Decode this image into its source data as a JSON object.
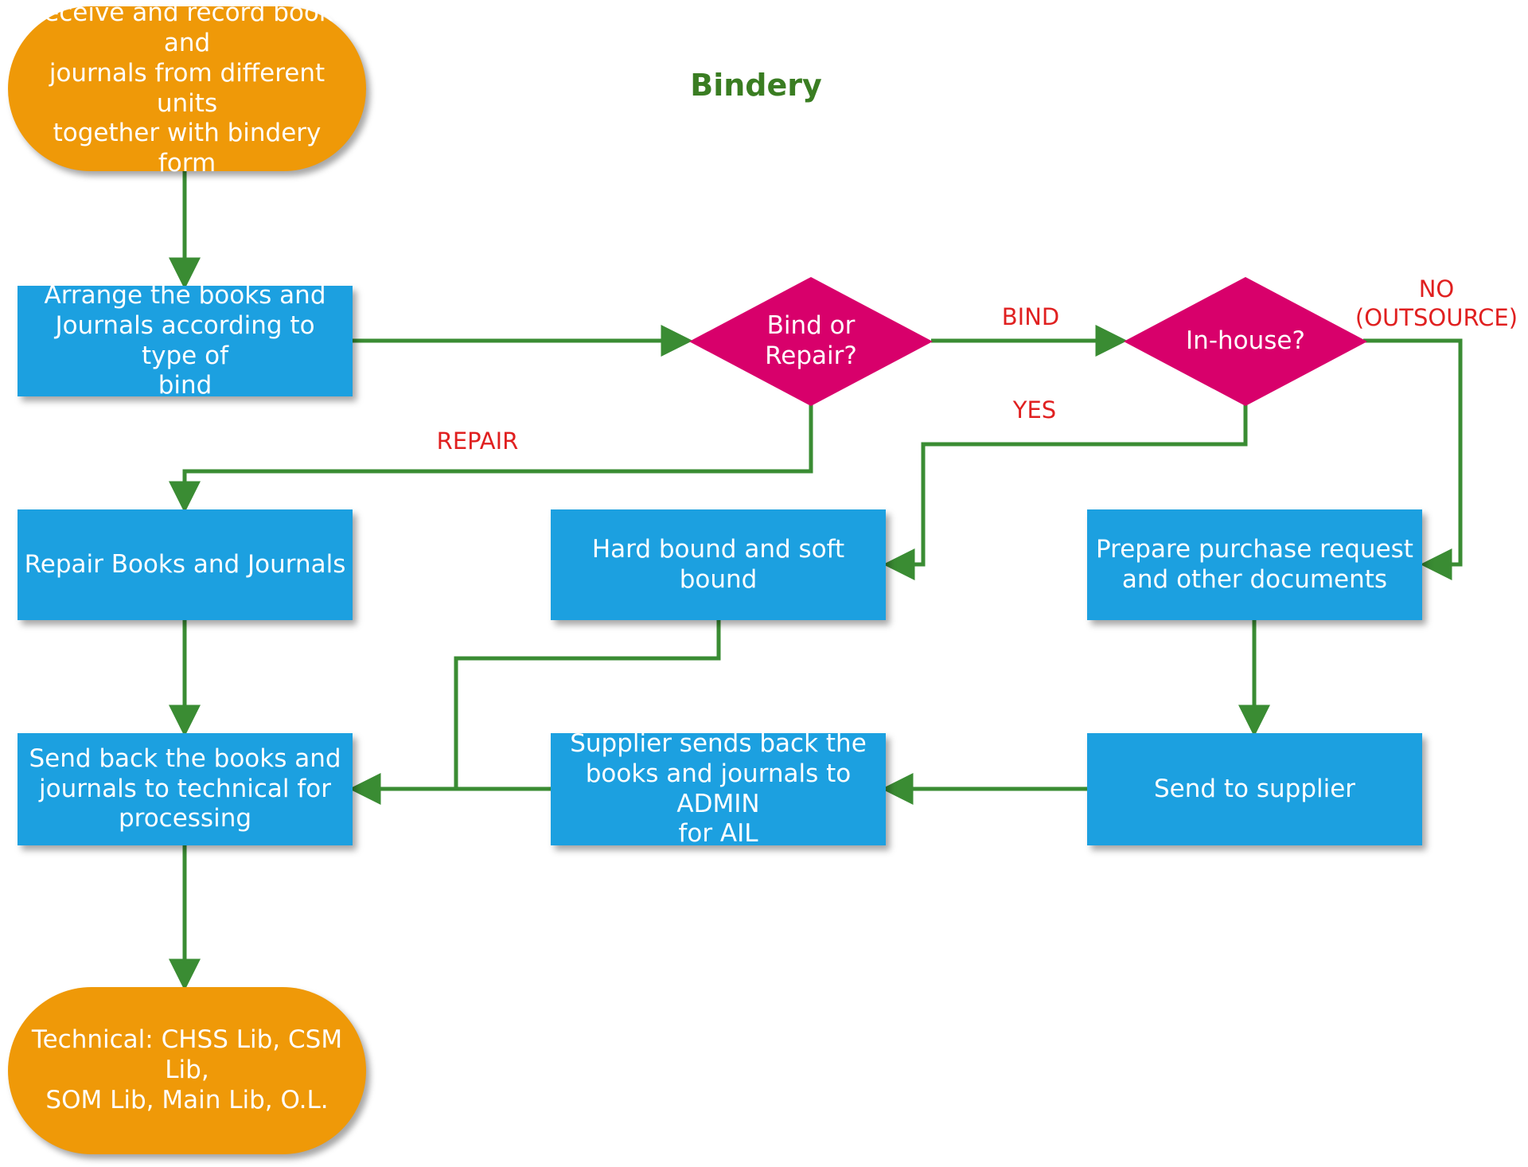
{
  "title": "Bindery",
  "colors": {
    "terminal": "#EF9908",
    "process": "#1CA0E0",
    "decision": "#D8006B",
    "connector": "#3A8C33",
    "title": "#3A7D22",
    "edge_label": "#E02020",
    "node_text": "#FFFFFF"
  },
  "nodes": {
    "start": "Receive and record books and\njournals from different units\ntogether with bindery form",
    "arrange": "Arrange the books and\nJournals according to type of\nbind",
    "bind_or_repair": "Bind or\nRepair?",
    "in_house": "In-house?",
    "repair": "Repair Books and Journals",
    "hard_soft": "Hard bound and soft bound",
    "prepare": "Prepare purchase request\nand other documents",
    "send_back": "Send back the books and\njournals to technical for\nprocessing",
    "supplier_sends": "Supplier sends back the\nbooks and journals to ADMIN\nfor AIL",
    "send_supplier": "Send to supplier",
    "technical": "Technical: CHSS Lib, CSM Lib,\nSOM Lib, Main Lib, O.L."
  },
  "edge_labels": {
    "bind": "BIND",
    "repair": "REPAIR",
    "yes": "YES",
    "no": "NO\n(OUTSOURCE)"
  }
}
